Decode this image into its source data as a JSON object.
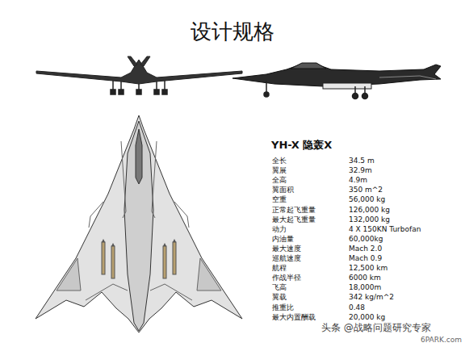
{
  "diagram": {
    "title": "设计规格",
    "labels": [
      "YH-X 隐轰X",
      "全长",
      "翼展",
      "全高",
      "翼面积",
      "空重",
      "正常起飞重量",
      "最大起飞重量",
      "动力",
      "内油量",
      "最大速度",
      "巡航速度",
      "航程",
      "作战半径",
      "飞高",
      "翼载",
      "推重比",
      "最大内置酬载",
      "34.5 m",
      "32.9m",
      "4.9m",
      "350 m^2",
      "56,000 kg",
      "126,000 kg",
      "132,000 kg",
      "4 X 150KN Turbofan",
      "60,000kg",
      "Mach 2.0",
      "Mach 0.9",
      "12,500 km",
      "6000 km",
      "18,000m",
      "342 kg/m^2",
      "0.48",
      "20,000 kg",
      "头条 @战略问题研究专家",
      "6PARK.com"
    ]
  }
}
